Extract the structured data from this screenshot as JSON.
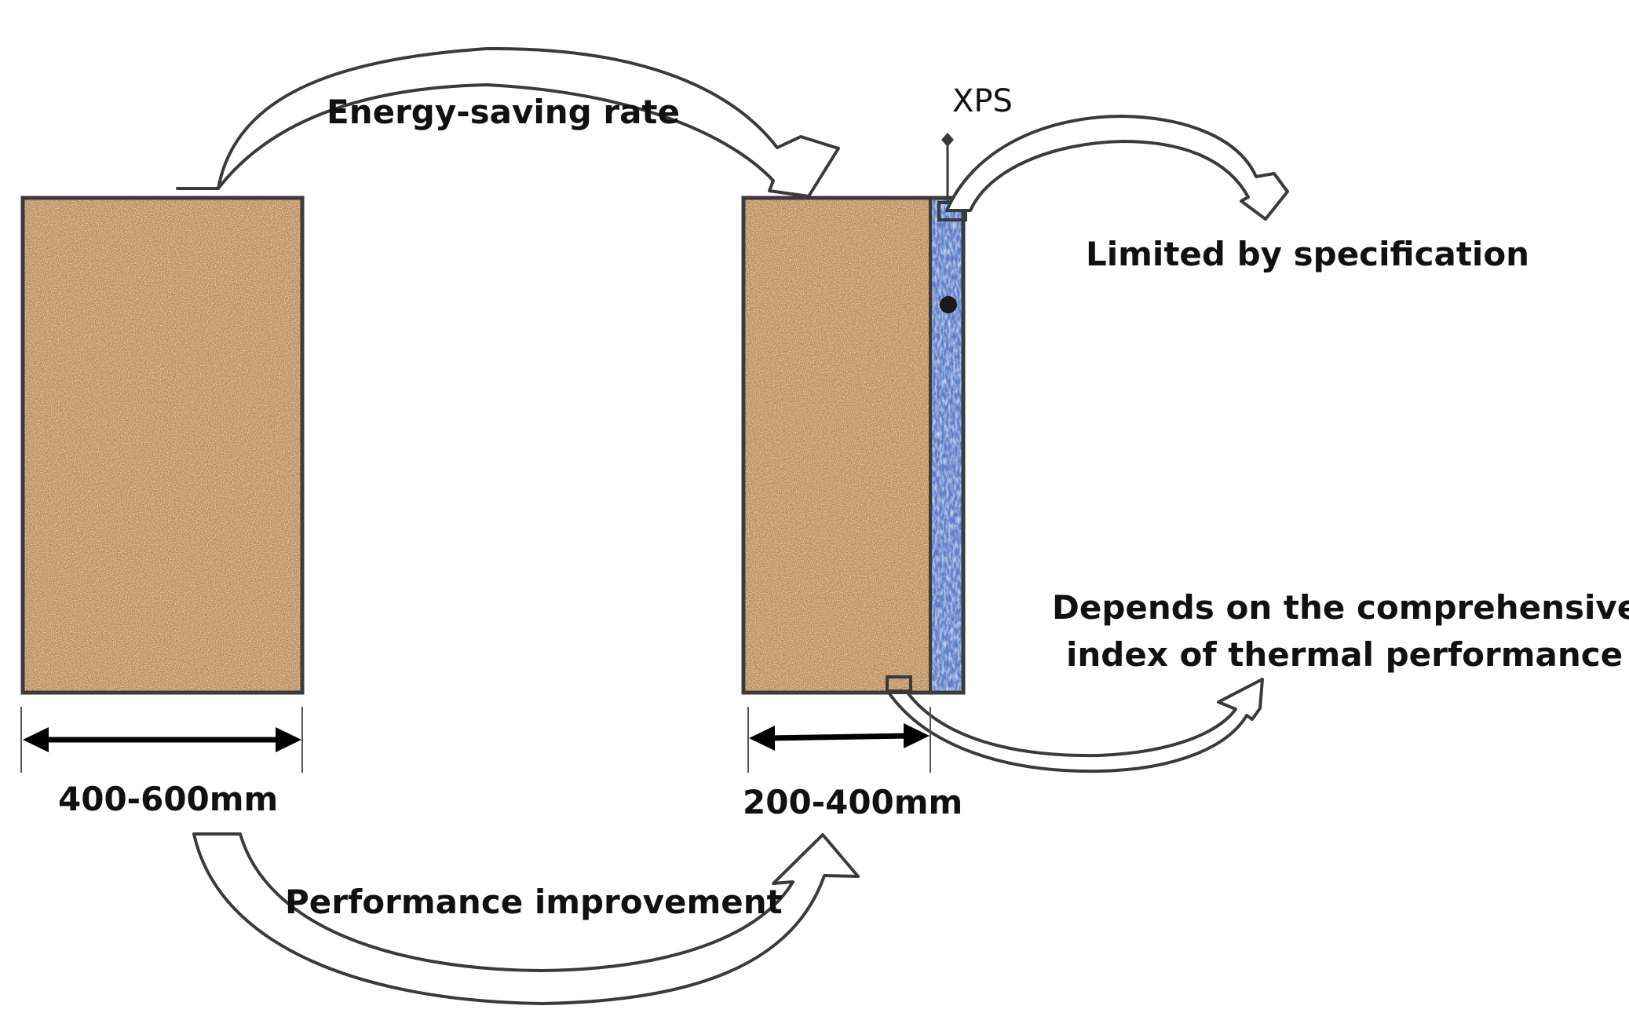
{
  "labels": {
    "energy_saving_rate": "Energy-saving rate",
    "xps": "XPS",
    "limited_by_specification": "Limited by specification",
    "depends_line1": "Depends on the comprehensive",
    "depends_line2": "index of thermal performance",
    "dim_left": "400-600mm",
    "dim_right": "200-400mm",
    "performance_improvement": "Performance improvement"
  },
  "colors": {
    "soil_base": "#b88450",
    "soil_dark": "#8a5a2e",
    "soil_light": "#e4c08e",
    "xps_blue": "#5b7fc9",
    "xps_light": "#a9c1ee",
    "xps_dark": "#3b5aa0",
    "outline": "#3a3a3a",
    "text": "#111111"
  },
  "icons": {
    "dimension_arrow": "double-headed-arrow-icon",
    "flow_arrow": "curved-hollow-arrow-icon",
    "xps_pointer": "pin-pointer-icon"
  }
}
